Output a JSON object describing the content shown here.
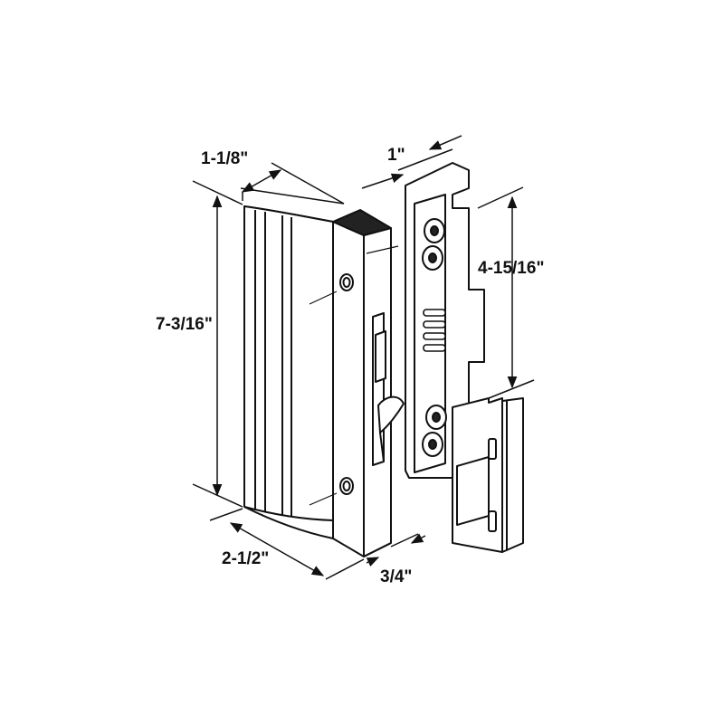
{
  "diagram": {
    "dimensions": {
      "handle_depth": "1-1/8\"",
      "keeper_depth": "1\"",
      "keeper_height": "4-15/16\"",
      "handle_height": "7-3/16\"",
      "handle_width": "2-1/2\"",
      "handle_thickness": "3/4\""
    }
  },
  "colors": {
    "ink": "#111111",
    "paper": "#ffffff",
    "shade": "#222222"
  }
}
